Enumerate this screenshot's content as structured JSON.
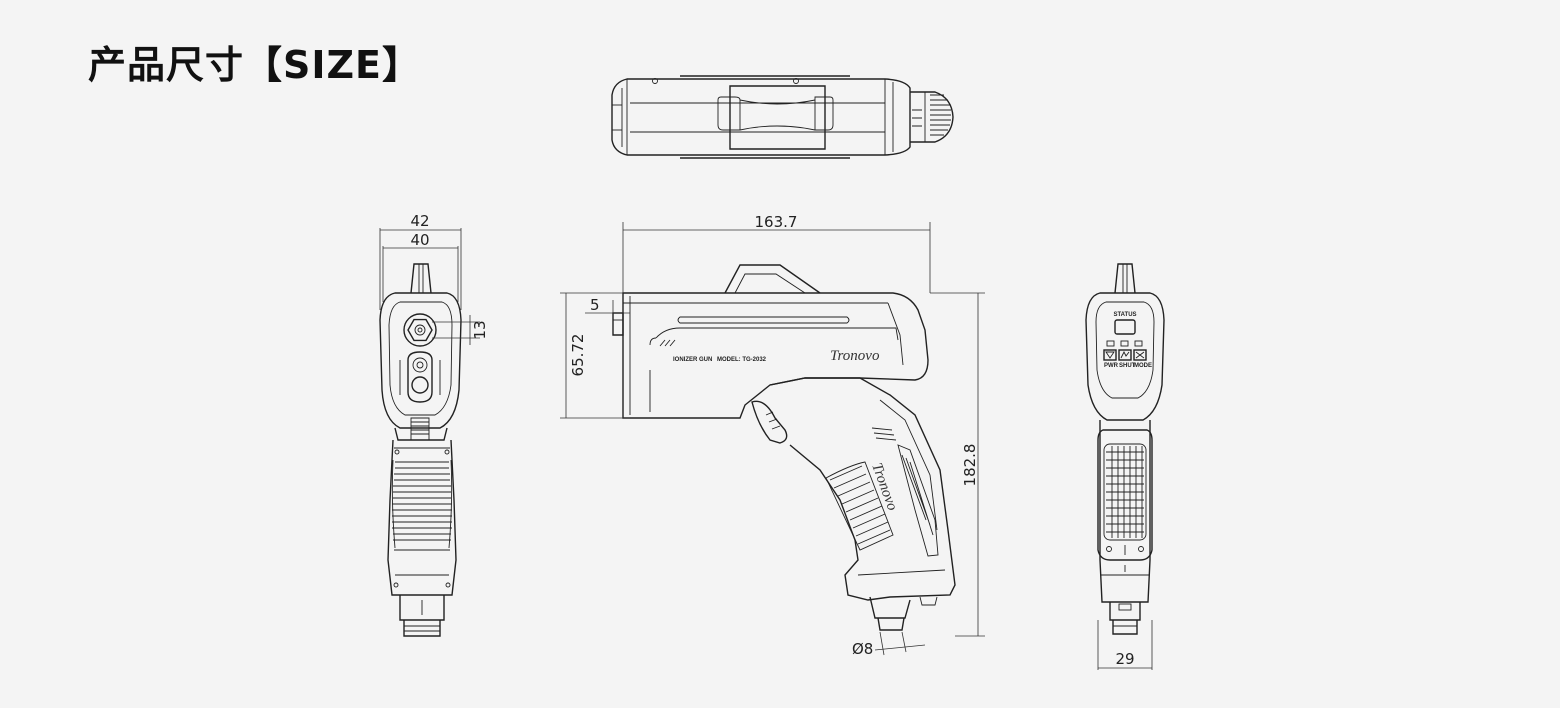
{
  "title": "产品尺寸【SIZE】",
  "product": {
    "brand": "Tronovo",
    "label_name": "IONIZER GUN",
    "label_model": "MODEL: TG-2032",
    "status_label": "STATUS",
    "button_labels": [
      "PWR",
      "SHUT",
      "MODE"
    ]
  },
  "dimensions": {
    "front_outer_width": "42",
    "front_inner_width": "40",
    "front_nozzle": "13",
    "side_length": "163.7",
    "side_top_offset": "5",
    "side_head_height": "65.72",
    "side_total_height": "182.8",
    "side_inlet_diameter": "Ø8",
    "back_base_width": "29"
  },
  "colors": {
    "line": "#222222",
    "background": "#f4f4f4"
  }
}
